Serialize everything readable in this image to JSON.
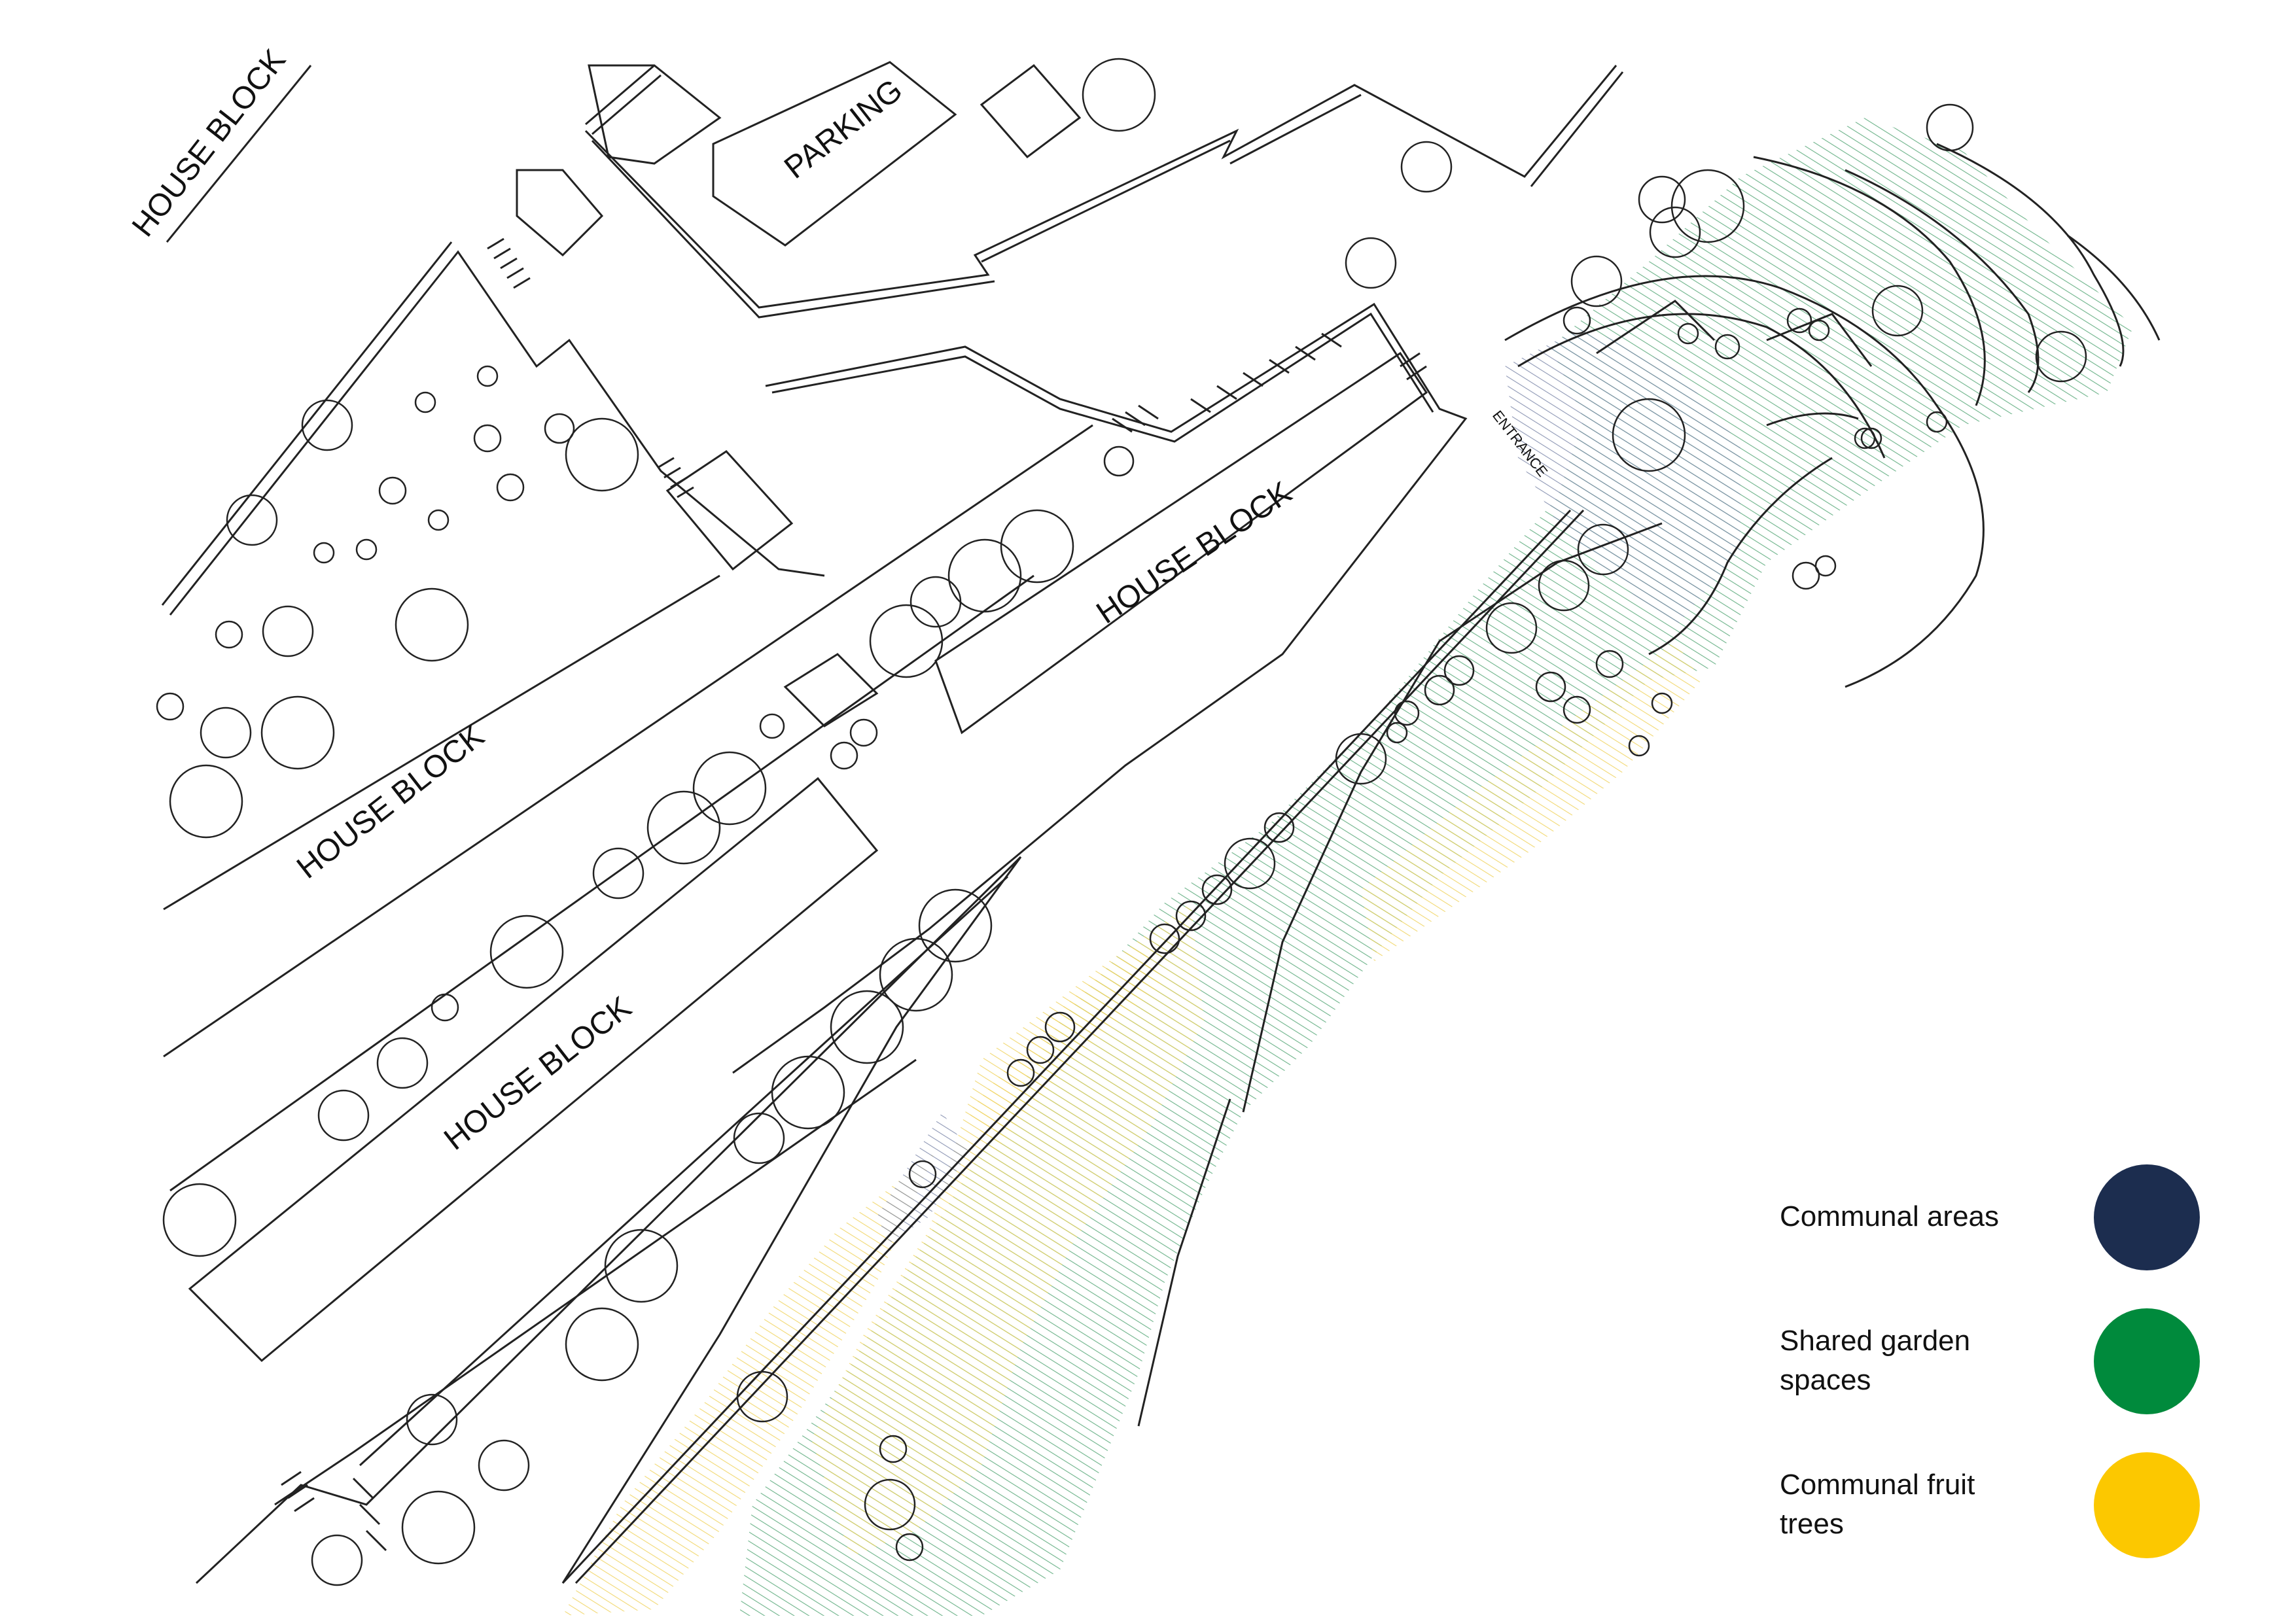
{
  "map": {
    "labels": {
      "house_block_top_left": "HOUSE BLOCK",
      "parking": "PARKING",
      "house_block_middle": "HOUSE BLOCK",
      "house_block_center": "HOUSE BLOCK",
      "house_block_lower": "HOUSE BLOCK",
      "entrance": "ENTRANCE"
    }
  },
  "legend": {
    "items": [
      {
        "label": "Communal areas",
        "color": "#1c2d4f"
      },
      {
        "label": "Shared garden\nspaces",
        "color": "#008a3c"
      },
      {
        "label": "Communal fruit\ntrees",
        "color": "#fcc800"
      }
    ]
  },
  "colors": {
    "communal_hatch": "#7a86a8",
    "garden_hatch": "#3c9a62",
    "fruit_hatch": "#f0d25a",
    "linework": "#222222"
  }
}
